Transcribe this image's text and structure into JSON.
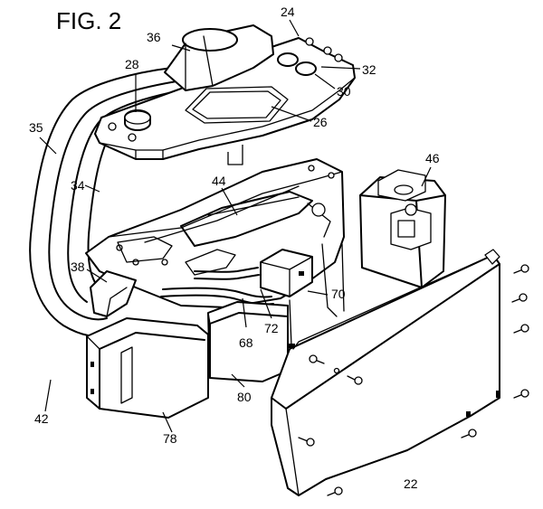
{
  "figure": {
    "title": "FIG. 2",
    "labels": {
      "l22": "22",
      "l24": "24",
      "l26": "26",
      "l28": "28",
      "l30": "30",
      "l32": "32",
      "l34": "34",
      "l35": "35",
      "l36": "36",
      "l38": "38",
      "l42": "42",
      "l44": "44",
      "l46": "46",
      "l68": "68",
      "l70": "70",
      "l72": "72",
      "l78": "78",
      "l80": "80"
    }
  }
}
